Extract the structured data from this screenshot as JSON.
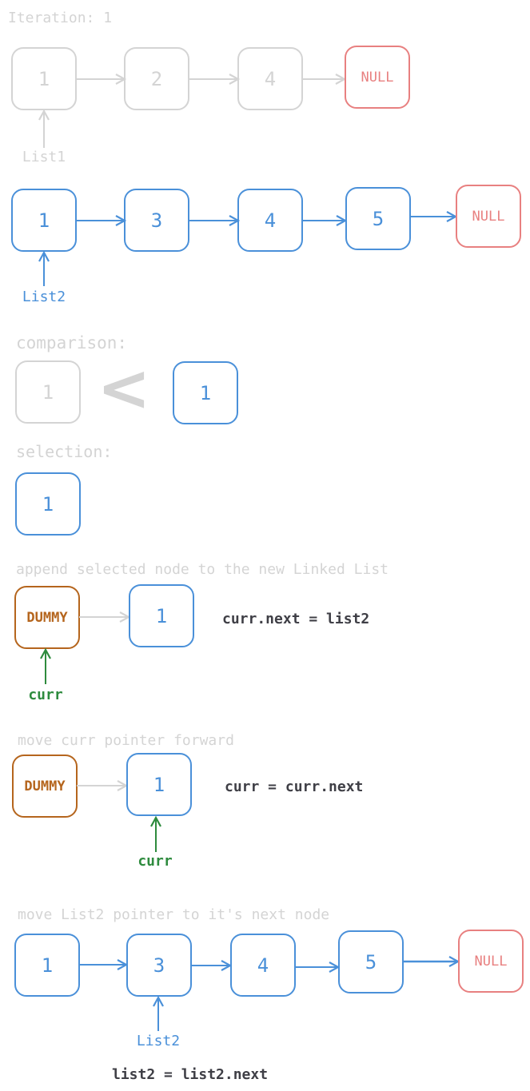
{
  "iteration_label": "Iteration: 1",
  "list1": {
    "nodes": [
      "1",
      "2",
      "4"
    ],
    "null_label": "NULL",
    "pointer": "List1"
  },
  "list2": {
    "nodes": [
      "1",
      "3",
      "4",
      "5"
    ],
    "null_label": "NULL",
    "pointer": "List2"
  },
  "comparison": {
    "label": "comparison:",
    "left": "1",
    "operator": "<",
    "right": "1"
  },
  "selection": {
    "label": "selection:",
    "value": "1"
  },
  "append": {
    "label": "append selected node to the new Linked List",
    "dummy": "DUMMY",
    "node": "1",
    "code": "curr.next = list2",
    "pointer": "curr"
  },
  "move_curr": {
    "label": "move curr pointer forward",
    "dummy": "DUMMY",
    "node": "1",
    "code": "curr = curr.next",
    "pointer": "curr"
  },
  "move_list2": {
    "label": "move List2 pointer to it's next node",
    "nodes": [
      "1",
      "3",
      "4",
      "5"
    ],
    "null_label": "NULL",
    "pointer": "List2",
    "code": "list2 = list2.next"
  },
  "colors": {
    "gray": "#d4d4d4",
    "blue": "#4a90d9",
    "null_red": "#e88080",
    "dummy_orange": "#b5651d",
    "curr_green": "#2e8b3e",
    "code_text": "#3f3f46"
  }
}
